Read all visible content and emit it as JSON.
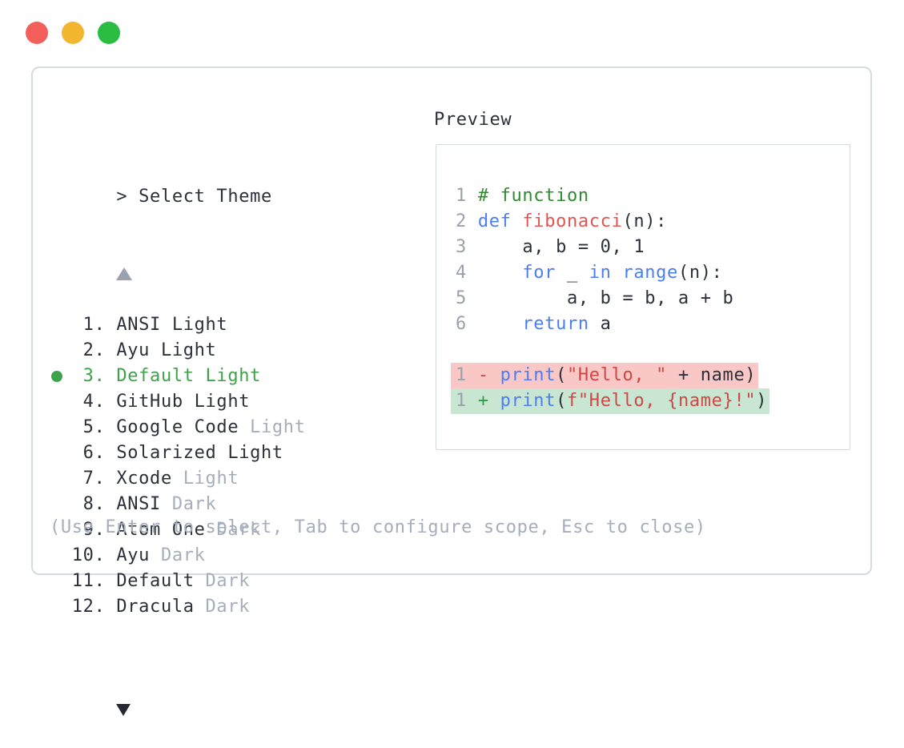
{
  "window": {
    "traffic_lights": [
      {
        "name": "close-button",
        "color": "#f3605b"
      },
      {
        "name": "minimize-button",
        "color": "#f4b62e"
      },
      {
        "name": "zoom-button",
        "color": "#2abd41"
      }
    ]
  },
  "theme_selector": {
    "prompt": "> Select Theme",
    "scroll_up_icon": "triangle-up",
    "scroll_down_icon": "triangle-down",
    "items": [
      {
        "number": "1",
        "name": "ANSI Light",
        "suffix": "",
        "selected": false
      },
      {
        "number": "2",
        "name": "Ayu Light",
        "suffix": "",
        "selected": false
      },
      {
        "number": "3",
        "name": "Default Light",
        "suffix": "",
        "selected": true
      },
      {
        "number": "4",
        "name": "GitHub Light",
        "suffix": "",
        "selected": false
      },
      {
        "number": "5",
        "name": "Google Code",
        "suffix": "Light",
        "selected": false
      },
      {
        "number": "6",
        "name": "Solarized Light",
        "suffix": "",
        "selected": false
      },
      {
        "number": "7",
        "name": "Xcode",
        "suffix": "Light",
        "selected": false
      },
      {
        "number": "8",
        "name": "ANSI",
        "suffix": "Dark",
        "selected": false
      },
      {
        "number": "9",
        "name": "Atom One",
        "suffix": "Dark",
        "selected": false
      },
      {
        "number": "10",
        "name": "Ayu",
        "suffix": "Dark",
        "selected": false
      },
      {
        "number": "11",
        "name": "Default",
        "suffix": "Dark",
        "selected": false
      },
      {
        "number": "12",
        "name": "Dracula",
        "suffix": "Dark",
        "selected": false
      }
    ],
    "help_text": "(Use Enter to select, Tab to configure scope, Esc to close)"
  },
  "preview": {
    "title": "Preview",
    "code_lines": [
      {
        "tokens": [
          [
            "ln",
            "1"
          ],
          [
            "pl",
            " "
          ],
          [
            "com",
            "# function"
          ]
        ]
      },
      {
        "tokens": [
          [
            "ln",
            "2"
          ],
          [
            "pl",
            " "
          ],
          [
            "kw",
            "def"
          ],
          [
            "pl",
            " "
          ],
          [
            "fn",
            "fibonacci"
          ],
          [
            "pl",
            "(n):"
          ]
        ]
      },
      {
        "tokens": [
          [
            "ln",
            "3"
          ],
          [
            "pl",
            "     a, b = 0, 1"
          ]
        ]
      },
      {
        "tokens": [
          [
            "ln",
            "4"
          ],
          [
            "pl",
            "     "
          ],
          [
            "kw",
            "for"
          ],
          [
            "pl",
            " _ "
          ],
          [
            "kw",
            "in"
          ],
          [
            "pl",
            " "
          ],
          [
            "kw",
            "range"
          ],
          [
            "pl",
            "(n):"
          ]
        ]
      },
      {
        "tokens": [
          [
            "ln",
            "5"
          ],
          [
            "pl",
            "         a, b = b, a + b"
          ]
        ]
      },
      {
        "tokens": [
          [
            "ln",
            "6"
          ],
          [
            "pl",
            "     "
          ],
          [
            "kw",
            "return"
          ],
          [
            "pl",
            " a"
          ]
        ]
      },
      {
        "tokens": []
      },
      {
        "bg": "removed",
        "tokens": [
          [
            "ln",
            "1"
          ],
          [
            "pl",
            " "
          ],
          [
            "minus",
            "-"
          ],
          [
            "pl",
            " "
          ],
          [
            "kw",
            "print"
          ],
          [
            "pl",
            "("
          ],
          [
            "str",
            "\"Hello, \""
          ],
          [
            "pl",
            " + name)"
          ]
        ]
      },
      {
        "bg": "added",
        "tokens": [
          [
            "ln",
            "1"
          ],
          [
            "pl",
            " "
          ],
          [
            "plus",
            "+"
          ],
          [
            "pl",
            " "
          ],
          [
            "kw",
            "print"
          ],
          [
            "pl",
            "("
          ],
          [
            "str",
            "f\"Hello, {name}!\""
          ],
          [
            "pl",
            ")"
          ]
        ]
      }
    ]
  },
  "colors": {
    "text": "#2b303a",
    "muted": "#a6aebc",
    "line_number": "#9aa1ac",
    "selected_green": "#3ea24a",
    "comment_green": "#2e8b2e",
    "keyword_blue": "#4b7ef2",
    "function_red": "#e15653",
    "string_red": "#ce4743",
    "diff_removed_bg": "#f8c7c6",
    "diff_added_bg": "#c9e6d3",
    "diff_minus": "#d24444",
    "diff_plus": "#2e9d43",
    "panel_border": "#d6dbe2",
    "preview_border": "#d3d8df",
    "traffic_red": "#f3605b",
    "traffic_yellow": "#f4b62e",
    "traffic_green": "#2abd41",
    "scroll_up": "#9aa2b1",
    "scroll_down": "#242832"
  }
}
